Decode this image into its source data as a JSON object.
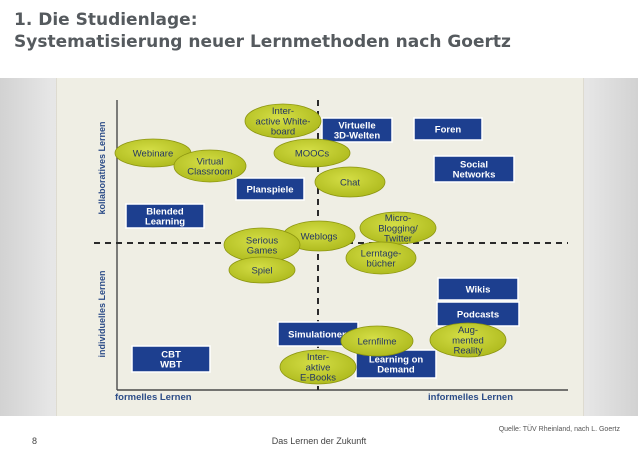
{
  "slide": {
    "title_line1": "1. Die Studienlage:",
    "title_line2": "Systematisierung neuer Lernmethoden nach Goertz",
    "source": "Quelle: TÜV Rheinland, nach L. Goertz",
    "page_number": "8",
    "footer": "Das Lernen der Zukunft"
  },
  "diagram": {
    "axis_y_top": "kollaboratives Lernen",
    "axis_y_bottom": "individuelles Lernen",
    "axis_x_left": "formelles Lernen",
    "axis_x_right": "informelles Lernen",
    "colors": {
      "box_fill": "#1d3f8f",
      "box_text": "#ffffff",
      "ellipse_fill": "#c2cd2d",
      "ellipse_stroke": "#8c9510",
      "ellipse_text": "#243763",
      "axis": "#4a4a4a",
      "axis_label": "#2d4d88"
    },
    "boxes": [
      {
        "lines": [
          "Virtuelle",
          "3D-Welten"
        ]
      },
      {
        "lines": [
          "Foren"
        ]
      },
      {
        "lines": [
          "Social",
          "Networks"
        ]
      },
      {
        "lines": [
          "Planspiele"
        ]
      },
      {
        "lines": [
          "Blended",
          "Learning"
        ]
      },
      {
        "lines": [
          "Wikis"
        ]
      },
      {
        "lines": [
          "Podcasts"
        ]
      },
      {
        "lines": [
          "Simulationen"
        ]
      },
      {
        "lines": [
          "Learning on",
          "Demand"
        ]
      },
      {
        "lines": [
          "CBT",
          "WBT"
        ]
      }
    ],
    "ellipses": [
      {
        "lines": [
          "Inter-",
          "active White-",
          "board"
        ]
      },
      {
        "lines": [
          "Webinare"
        ]
      },
      {
        "lines": [
          "Virtual",
          "Classroom"
        ]
      },
      {
        "lines": [
          "MOOCs"
        ]
      },
      {
        "lines": [
          "Chat"
        ]
      },
      {
        "lines": [
          "Micro-",
          "Blogging/",
          "Twitter"
        ]
      },
      {
        "lines": [
          "Weblogs"
        ]
      },
      {
        "lines": [
          "Serious",
          "Games"
        ]
      },
      {
        "lines": [
          "Lerntage-",
          "bücher"
        ]
      },
      {
        "lines": [
          "Spiel"
        ]
      },
      {
        "lines": [
          "Lernfilme"
        ]
      },
      {
        "lines": [
          "Aug-",
          "mented",
          "Reality"
        ]
      },
      {
        "lines": [
          "Inter-",
          "aktive",
          "E-Books"
        ]
      }
    ]
  }
}
